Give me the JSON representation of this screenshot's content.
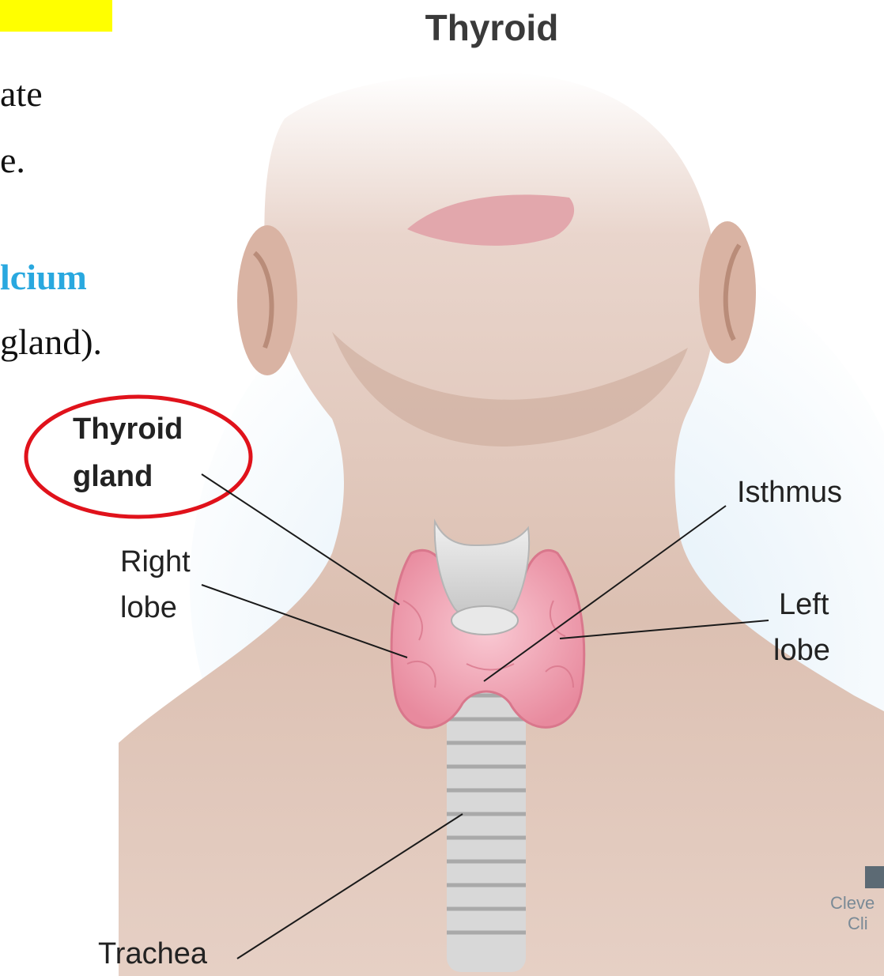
{
  "slide": {
    "line1": "ate",
    "line2_emphasis": "e",
    "line2_tail": ".",
    "line3_emphasis": "lcium",
    "line4": "gland)."
  },
  "diagram": {
    "title": "Thyroid",
    "labels": {
      "thyroid_gland_line1": "Thyroid",
      "thyroid_gland_line2": "gland",
      "right_lobe_line1": "Right",
      "right_lobe_line2": "lobe",
      "isthmus": "Isthmus",
      "left_lobe_line1": "Left",
      "left_lobe_line2": "lobe",
      "trachea": "Trachea"
    },
    "logo_line1": "Cleve",
    "logo_line2": "Cli",
    "colors": {
      "highlight": "#ffff00",
      "circle": "#e0121b",
      "green_text": "#11a34c",
      "blue_text": "#29a8df",
      "gland": "#f2a7b5"
    }
  }
}
